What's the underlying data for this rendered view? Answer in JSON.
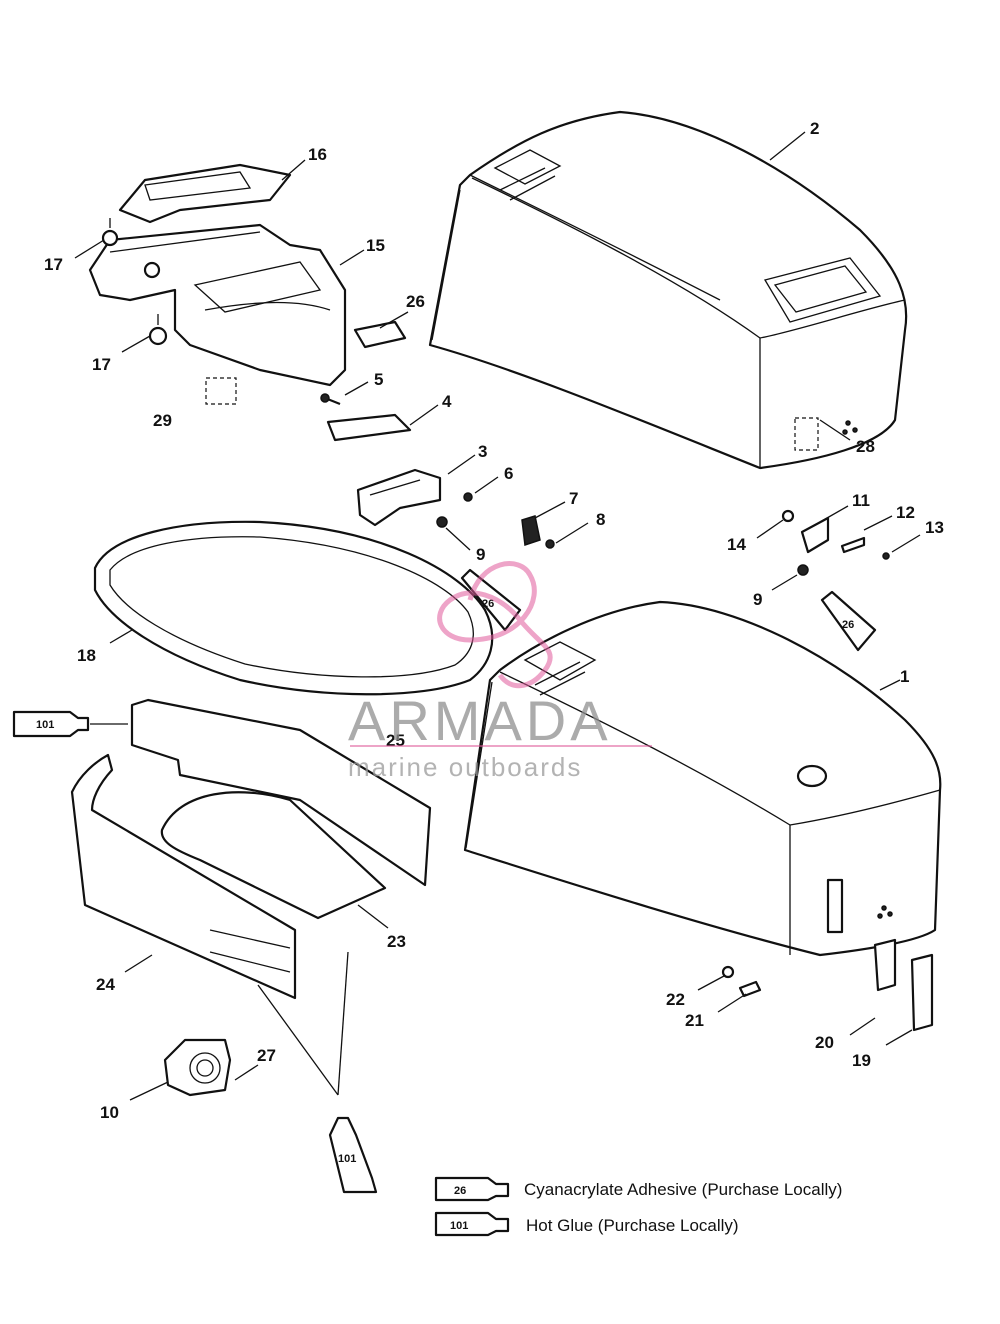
{
  "callouts": [
    {
      "id": "1",
      "label": "1"
    },
    {
      "id": "2",
      "label": "2"
    },
    {
      "id": "3",
      "label": "3"
    },
    {
      "id": "4",
      "label": "4"
    },
    {
      "id": "5",
      "label": "5"
    },
    {
      "id": "6",
      "label": "6"
    },
    {
      "id": "7",
      "label": "7"
    },
    {
      "id": "8",
      "label": "8"
    },
    {
      "id": "9a",
      "label": "9"
    },
    {
      "id": "9b",
      "label": "9"
    },
    {
      "id": "10",
      "label": "10"
    },
    {
      "id": "11",
      "label": "11"
    },
    {
      "id": "12",
      "label": "12"
    },
    {
      "id": "13",
      "label": "13"
    },
    {
      "id": "14",
      "label": "14"
    },
    {
      "id": "15",
      "label": "15"
    },
    {
      "id": "16",
      "label": "16"
    },
    {
      "id": "17a",
      "label": "17"
    },
    {
      "id": "17b",
      "label": "17"
    },
    {
      "id": "18",
      "label": "18"
    },
    {
      "id": "19",
      "label": "19"
    },
    {
      "id": "20",
      "label": "20"
    },
    {
      "id": "21",
      "label": "21"
    },
    {
      "id": "22",
      "label": "22"
    },
    {
      "id": "23",
      "label": "23"
    },
    {
      "id": "24",
      "label": "24"
    },
    {
      "id": "25",
      "label": "25"
    },
    {
      "id": "26",
      "label": "26"
    },
    {
      "id": "27",
      "label": "27"
    },
    {
      "id": "28",
      "label": "28"
    },
    {
      "id": "29",
      "label": "29"
    }
  ],
  "tubes": {
    "adhesive_26": "26",
    "glue_101": "101"
  },
  "legend": [
    {
      "code": "26",
      "text": "Cyanacrylate Adhesive (Purchase Locally)"
    },
    {
      "code": "101",
      "text": "Hot Glue (Purchase Locally)"
    }
  ],
  "watermark": {
    "name": "ARMADA",
    "tagline": "marine outboards",
    "logo_color": "#e05a9a"
  }
}
